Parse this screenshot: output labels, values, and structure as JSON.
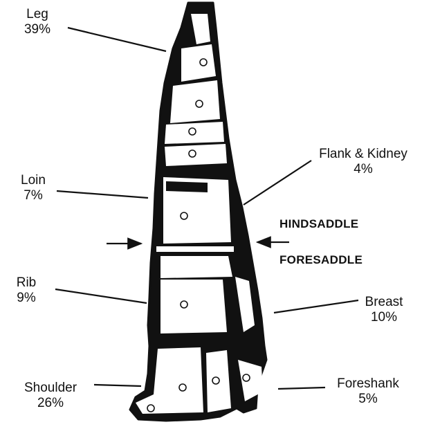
{
  "cuts": {
    "leg": {
      "name": "Leg",
      "percent": "39%"
    },
    "loin": {
      "name": "Loin",
      "percent": "7%"
    },
    "rib": {
      "name": "Rib",
      "percent": "9%"
    },
    "shoulder": {
      "name": "Shoulder",
      "percent": "26%"
    },
    "flank_kidney": {
      "name": "Flank & Kidney",
      "percent": "4%"
    },
    "breast": {
      "name": "Breast",
      "percent": "10%"
    },
    "foreshank": {
      "name": "Foreshank",
      "percent": "5%"
    }
  },
  "sections": {
    "hindsaddle": "HINDSADDLE",
    "foresaddle": "FORESADDLE"
  },
  "colors": {
    "ink": "#111111",
    "paper": "#ffffff"
  }
}
